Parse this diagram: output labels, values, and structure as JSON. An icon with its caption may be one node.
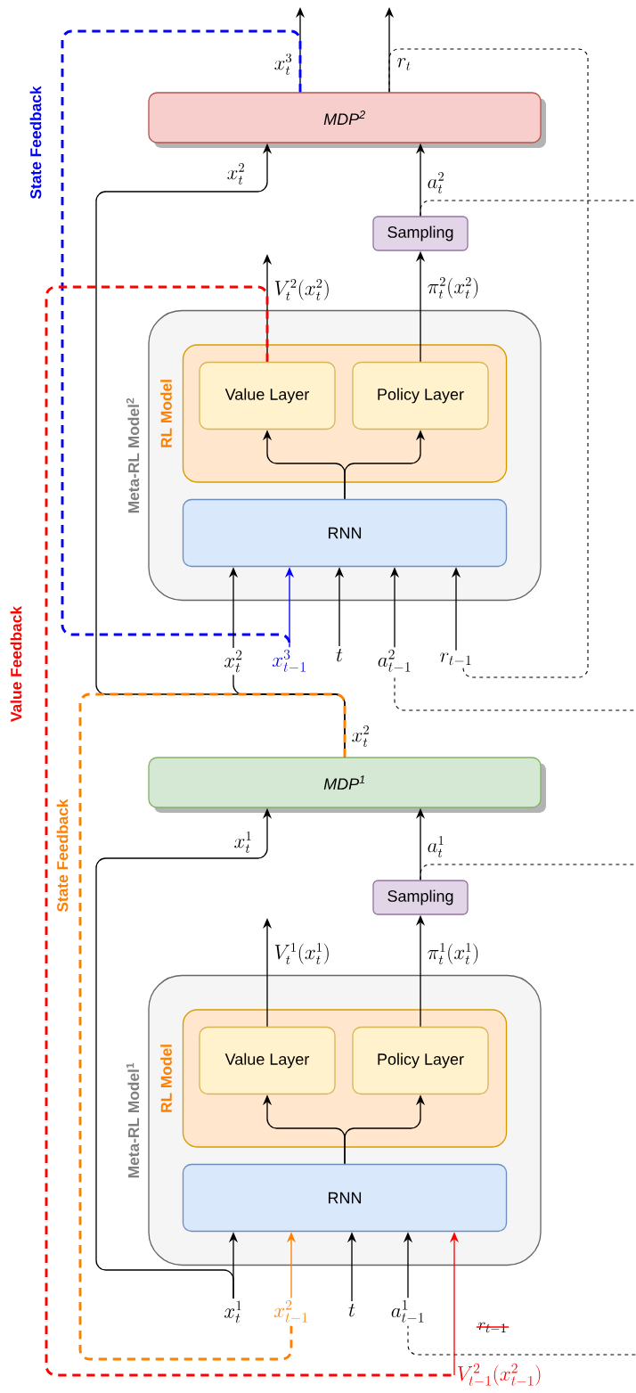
{
  "diagram": {
    "nodes": [
      {
        "text": [
          "MDP$^{2}$"
        ]
      },
      {
        "text": [
          "Sampling"
        ]
      },
      {
        "text": [
          "Meta-RL Model$^{2}$"
        ]
      },
      {
        "text": [
          "RL Model"
        ],
        "in": 2
      },
      {
        "text": [
          "Value Layer"
        ],
        "in": 3
      },
      {
        "text": [
          "Policy Layer"
        ],
        "in": 3
      },
      {
        "text": [
          "RNN"
        ],
        "in": 2
      },
      {
        "text": [
          "x_t^2"
        ]
      },
      {
        "text": [
          "x_{t-1}^3"
        ]
      },
      {
        "text": [
          "t"
        ]
      },
      {
        "text": [
          "a_{t-1}^2"
        ]
      },
      {
        "text": [
          "r_{t-1}"
        ]
      },
      {
        "text": [
          "MDP$^{1}$"
        ]
      },
      {
        "text": [
          "Sampling"
        ]
      },
      {
        "text": [
          "Meta-RL Model$^{1}$"
        ]
      },
      {
        "text": [
          "RL Model"
        ],
        "in": 14
      },
      {
        "text": [
          "Value Layer"
        ],
        "in": 15
      },
      {
        "text": [
          "Policy Layer"
        ],
        "in": 15
      },
      {
        "text": [
          "RNN"
        ],
        "in": 14
      },
      {
        "text": [
          "x_t^1"
        ]
      },
      {
        "text": [
          "x_{t-1}^2"
        ]
      },
      {
        "text": [
          "t"
        ]
      },
      {
        "text": [
          "a_{t-1}^1"
        ]
      },
      {
        "text": [
          "V_{t-1}^2(x_{t-1}^2)"
        ]
      }
    ],
    "edges": [
      {
        "from": 0,
        "to": null,
        "arrow": "to",
        "label": "x_t^3"
      },
      {
        "from": 0,
        "to": null,
        "arrow": "to",
        "label": "r_t"
      },
      {
        "from": 0,
        "to": 8,
        "arrow": "none",
        "style": "dashed",
        "color": "#0000ff"
      },
      {
        "from": 0,
        "to": 11,
        "arrow": "none",
        "style": "dashed"
      },
      {
        "from": 1,
        "to": 0,
        "arrow": "to",
        "label": "a_t^2"
      },
      {
        "from": 1,
        "to": 10,
        "arrow": "none",
        "style": "dashed"
      },
      {
        "from": 4,
        "to": null,
        "arrow": "to",
        "label": "V_t^2(x_t^2)"
      },
      {
        "from": 4,
        "to": 23,
        "arrow": "none",
        "style": "dashed",
        "color": "#ff0000"
      },
      {
        "from": 5,
        "to": 1,
        "arrow": "to",
        "label": "\\pi_t^2(x_t^2)"
      },
      {
        "from": 6,
        "to": 4,
        "arrow": "to"
      },
      {
        "from": 6,
        "to": 5,
        "arrow": "to"
      },
      {
        "from": 7,
        "to": 6,
        "arrow": "to"
      },
      {
        "from": 8,
        "to": 6,
        "arrow": "to",
        "color": "#0000ff"
      },
      {
        "from": 9,
        "to": 6,
        "arrow": "to"
      },
      {
        "from": 10,
        "to": 6,
        "arrow": "to"
      },
      {
        "from": 11,
        "to": 6,
        "arrow": "to"
      },
      {
        "from": 12,
        "to": 0,
        "arrow": "to",
        "label": "x_t^2"
      },
      {
        "from": 12,
        "to": 7,
        "arrow": "none",
        "label": "x_t^2"
      },
      {
        "from": 12,
        "to": 20,
        "arrow": "none",
        "style": "dashed",
        "color": "#ff8000"
      },
      {
        "from": 13,
        "to": 12,
        "arrow": "to",
        "label": "a_t^1"
      },
      {
        "from": 13,
        "to": 22,
        "arrow": "none",
        "style": "dashed"
      },
      {
        "from": 16,
        "to": null,
        "arrow": "to",
        "label": "V_t^1(x_t^1)"
      },
      {
        "from": 17,
        "to": 13,
        "arrow": "to",
        "label": "\\pi_t^1(x_t^1)"
      },
      {
        "from": 18,
        "to": 16,
        "arrow": "to"
      },
      {
        "from": 18,
        "to": 17,
        "arrow": "to"
      },
      {
        "from": 19,
        "to": 18,
        "arrow": "to"
      },
      {
        "from": 20,
        "to": 18,
        "arrow": "to",
        "color": "#ff8000"
      },
      {
        "from": 21,
        "to": 18,
        "arrow": "to"
      },
      {
        "from": 22,
        "to": 18,
        "arrow": "to"
      },
      {
        "from": 23,
        "to": 18,
        "arrow": "to",
        "color": "#ff0000"
      },
      {
        "from": 19,
        "to": 12,
        "arrow": "to",
        "label": "x_t^1"
      }
    ],
    "labels": [
      "State Feedback",
      "Value Feedback",
      "State Feedback",
      "r_{t-1}"
    ]
  }
}
